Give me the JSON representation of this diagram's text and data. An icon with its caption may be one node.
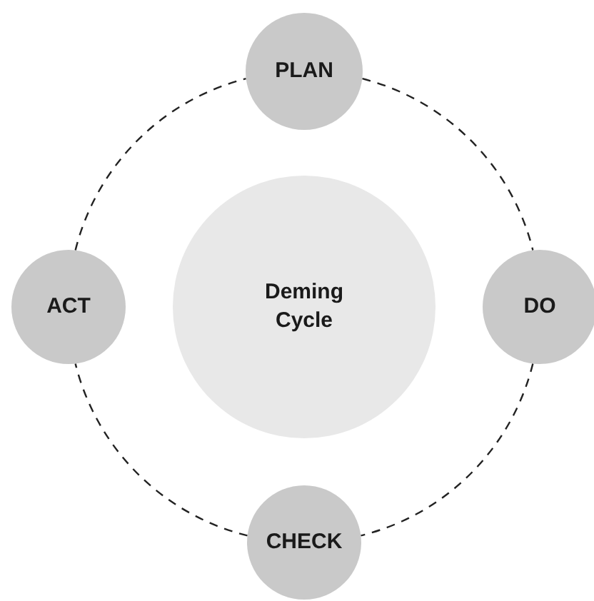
{
  "diagram": {
    "nodes": [
      {
        "text": [
          "Deming Cycle"
        ]
      },
      {
        "text": [
          "PLAN"
        ]
      },
      {
        "text": [
          "DO"
        ]
      },
      {
        "text": [
          "CHECK"
        ]
      },
      {
        "text": [
          "ACT"
        ]
      }
    ],
    "edges": [
      {
        "from": 1,
        "to": 2,
        "arrow": "none",
        "style": "dashed"
      },
      {
        "from": 2,
        "to": 3,
        "arrow": "none",
        "style": "dashed"
      },
      {
        "from": 3,
        "to": 4,
        "arrow": "none",
        "style": "dashed"
      },
      {
        "from": 4,
        "to": 1,
        "arrow": "none",
        "style": "dashed"
      }
    ]
  }
}
